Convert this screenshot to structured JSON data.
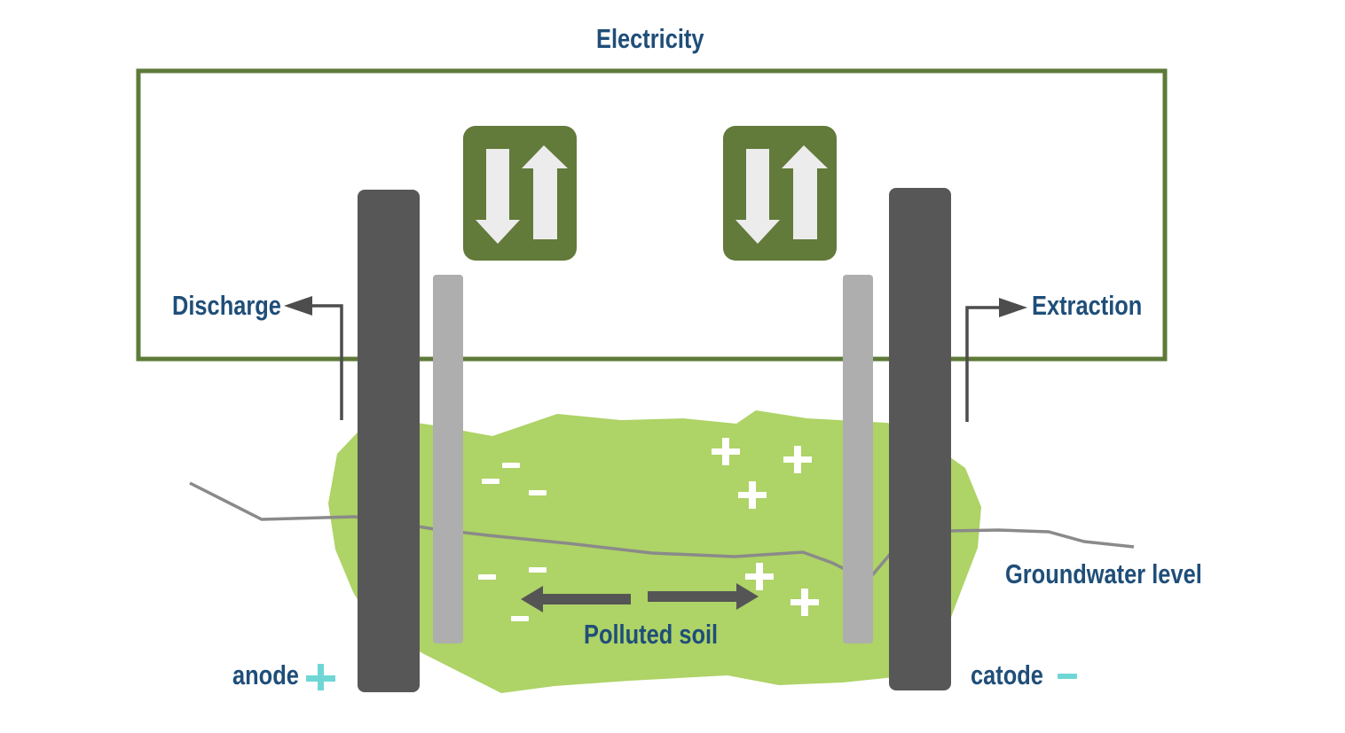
{
  "labels": {
    "electricity": "Electricity",
    "discharge": "Discharge",
    "extraction": "Extraction",
    "groundwater": "Groundwater level",
    "polluted_soil": "Polluted soil",
    "anode": "anode",
    "catode": "catode"
  },
  "icons": {
    "ion_flow": "up-down-arrows-icon",
    "positive": "plus-icon",
    "negative": "minus-icon",
    "anode_sign": "plus-icon",
    "catode_sign": "minus-icon"
  },
  "colors": {
    "label_text": "#1f4e79",
    "circuit": "#5e7a39",
    "soil": "#aed366",
    "electrode": "#575757",
    "membrane": "#aeaeae",
    "groundwater_line": "#8a8a8a",
    "flow_icon_bg": "#627a3a",
    "flow_arrow": "#ececec",
    "ions": "#ffffff",
    "sign_accent": "#6fd6d6",
    "migration_arrow": "#555555"
  }
}
